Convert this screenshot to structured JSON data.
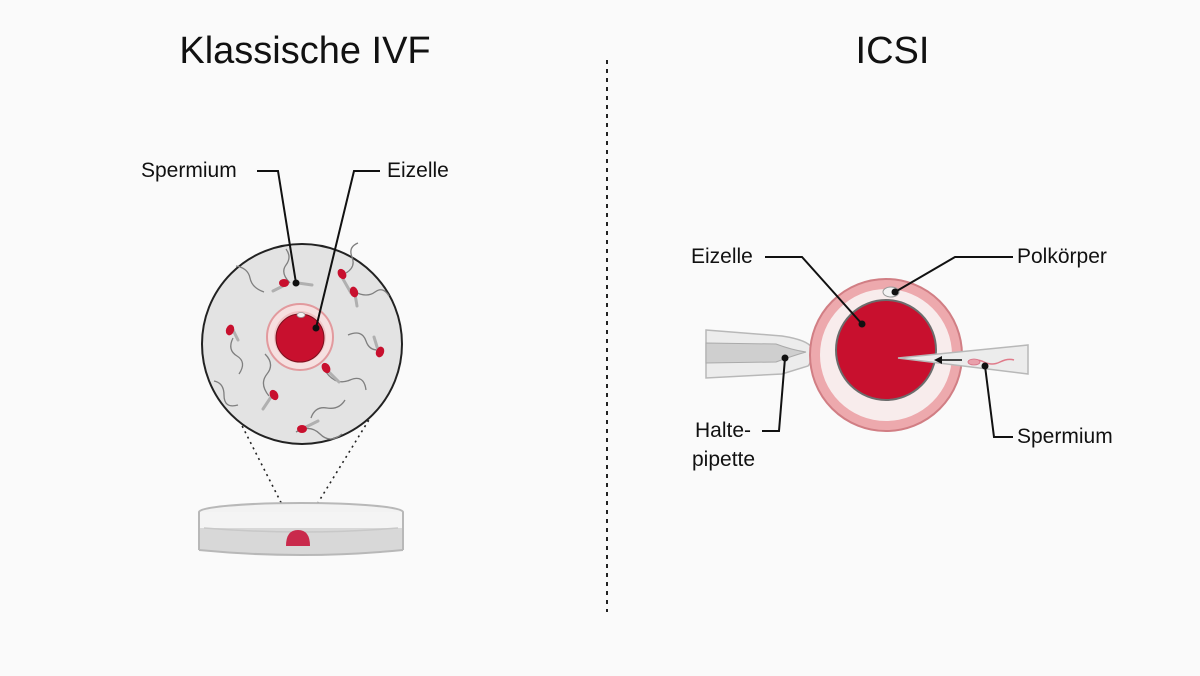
{
  "left_panel": {
    "title": "Klassische IVF",
    "labels": {
      "sperm": "Spermium",
      "egg": "Eizelle"
    }
  },
  "right_panel": {
    "title": "ICSI",
    "labels": {
      "egg": "Eizelle",
      "polar_body": "Polkörper",
      "holding_pipette_line1": "Halte-",
      "holding_pipette_line2": "pipette",
      "sperm": "Spermium"
    }
  },
  "colors": {
    "egg_red": "#c8102e",
    "zona_pink": "#e8a0a4",
    "dish_gray": "#d9d9d9",
    "line_black": "#111111"
  }
}
